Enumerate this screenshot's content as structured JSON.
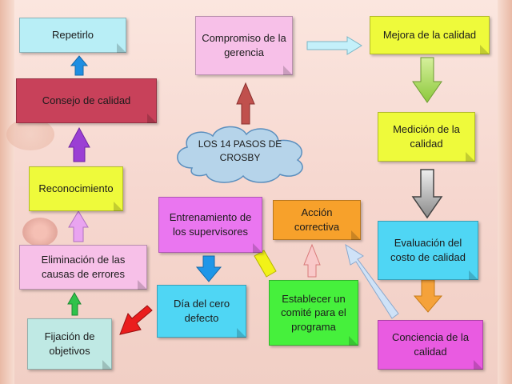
{
  "center": {
    "title": "LOS 14 PASOS DE CROSBY"
  },
  "steps": {
    "compromiso": "Compromiso de la gerencia",
    "mejora": "Mejora de la calidad",
    "medicion": "Medición de la calidad",
    "evaluacion": "Evaluación del costo de calidad",
    "conciencia": "Conciencia de la calidad",
    "accion": "Acción correctiva",
    "comite": "Establecer un comité para el programa",
    "entrenamiento": "Entrenamiento de los supervisores",
    "dia_cero": "Día del cero defecto",
    "fijacion": "Fijación de objetivos",
    "eliminacion": "Eliminación de las causas de errores",
    "reconocimiento": "Reconocimiento",
    "consejo": "Consejo de calidad",
    "repetirlo": "Repetirlo"
  },
  "colors": {
    "cyan": "#aee6f0",
    "pink": "#f7c0e8",
    "yellow": "#eefa3b",
    "magenta": "#e95be1",
    "orange": "#f7a12b",
    "green": "#46f03c",
    "blue": "#4fd6f4",
    "teal": "#bfe9e4",
    "crimson": "#c8415a",
    "light_blue": "#b8eef6",
    "cloud": "#b6d4ea"
  }
}
